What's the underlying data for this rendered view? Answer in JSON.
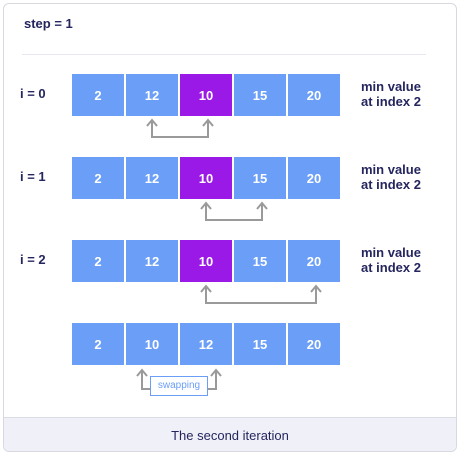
{
  "step_label": "step = 1",
  "rows": [
    {
      "label": "i = 0",
      "values": [
        "2",
        "12",
        "10",
        "15",
        "20"
      ],
      "highlight_index": 2,
      "note_line1": "min value",
      "note_line2": "at index 2"
    },
    {
      "label": "i = 1",
      "values": [
        "2",
        "12",
        "10",
        "15",
        "20"
      ],
      "highlight_index": 2,
      "note_line1": "min value",
      "note_line2": "at index 2"
    },
    {
      "label": "i = 2",
      "values": [
        "2",
        "12",
        "10",
        "15",
        "20"
      ],
      "highlight_index": 2,
      "note_line1": "min value",
      "note_line2": "at index 2"
    }
  ],
  "result_values": [
    "2",
    "10",
    "12",
    "15",
    "20"
  ],
  "swap_label": "swapping",
  "caption": "The second iteration",
  "colors": {
    "cell": "#6a9ef7",
    "highlight": "#9b19e6",
    "arrow": "#9a9a9a",
    "text": "#25265e"
  }
}
